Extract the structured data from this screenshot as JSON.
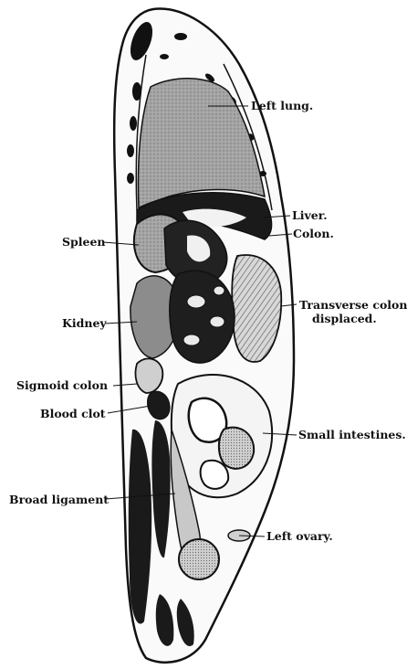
{
  "labels": {
    "left_lung": "Left lung.",
    "liver": "Liver.",
    "colon": "Colon.",
    "spleen": "Spleen",
    "transverse_colon_line1": "Transverse colon",
    "transverse_colon_line2": "displaced.",
    "kidney": "Kidney",
    "sigmoid_colon": "Sigmoid colon",
    "blood_clot": "Blood clot",
    "small_intestines": "Small intestines.",
    "broad_ligament": "Broad ligament",
    "left_ovary": "Left ovary."
  },
  "colors": {
    "ink": "#111111",
    "tissue_gray": "#9a9a9a",
    "paper": "#ffffff"
  }
}
